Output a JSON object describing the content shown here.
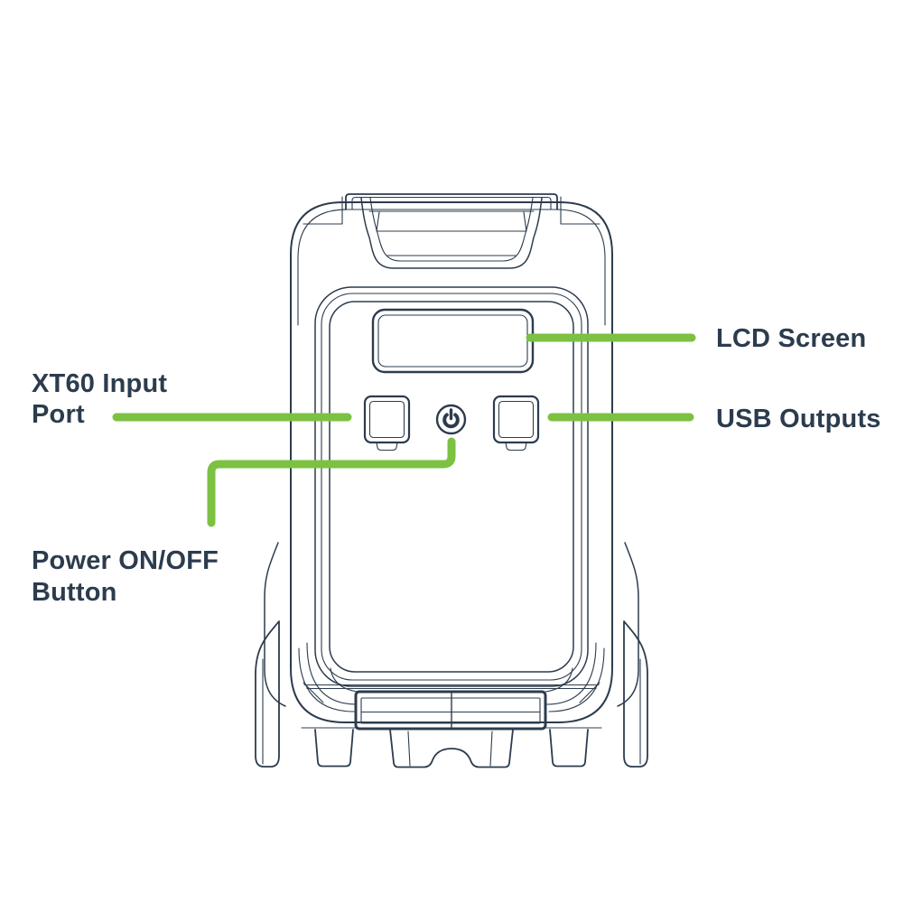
{
  "colors": {
    "line_navy": "#2c3c4e",
    "accent_green": "#7cc142",
    "background": "#ffffff"
  },
  "callouts": {
    "lcd": {
      "label": "LCD Screen"
    },
    "usb": {
      "label": "USB Outputs"
    },
    "xt60": {
      "line1": "XT60 Input",
      "line2": "Port"
    },
    "power": {
      "line1": "Power ON/OFF",
      "line2": "Button"
    }
  },
  "icons": {
    "power_button_glyph": "power-icon"
  }
}
